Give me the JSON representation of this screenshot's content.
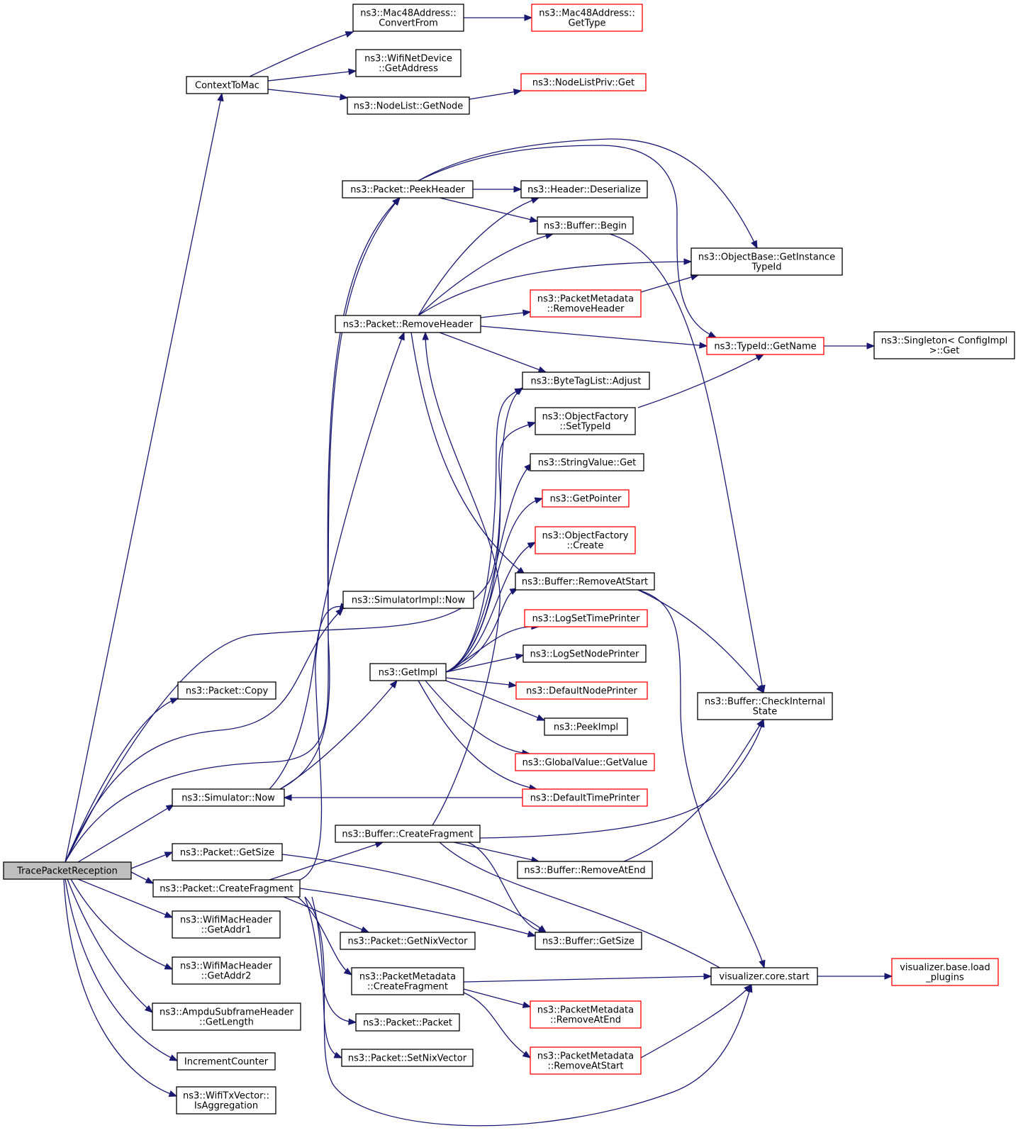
{
  "nodes": {
    "trace": {
      "lines": [
        "TracePacketReception"
      ],
      "style": "root"
    },
    "ctxmac": {
      "lines": [
        "ContextToMac"
      ],
      "style": "normal"
    },
    "convfrom": {
      "lines": [
        "ns3::Mac48Address::",
        "ConvertFrom"
      ],
      "style": "normal"
    },
    "gettype": {
      "lines": [
        "ns3::Mac48Address::",
        "GetType"
      ],
      "style": "red"
    },
    "wifiaddr": {
      "lines": [
        "ns3::WifiNetDevice",
        "::GetAddress"
      ],
      "style": "normal"
    },
    "nlgetnode": {
      "lines": [
        "ns3::NodeList::GetNode"
      ],
      "style": "normal"
    },
    "nlprivget": {
      "lines": [
        "ns3::NodeListPriv::Get"
      ],
      "style": "red"
    },
    "peekhdr": {
      "lines": [
        "ns3::Packet::PeekHeader"
      ],
      "style": "normal"
    },
    "hdrdeser": {
      "lines": [
        "ns3::Header::Deserialize"
      ],
      "style": "normal"
    },
    "bufbegin": {
      "lines": [
        "ns3::Buffer::Begin"
      ],
      "style": "normal"
    },
    "getinst": {
      "lines": [
        "ns3::ObjectBase::GetInstance",
        "TypeId"
      ],
      "style": "normal"
    },
    "pmremhdr": {
      "lines": [
        "ns3::PacketMetadata",
        "::RemoveHeader"
      ],
      "style": "red"
    },
    "remhdr": {
      "lines": [
        "ns3::Packet::RemoveHeader"
      ],
      "style": "normal"
    },
    "tidname": {
      "lines": [
        "ns3::TypeId::GetName"
      ],
      "style": "red"
    },
    "singleton": {
      "lines": [
        "ns3::Singleton< ConfigImpl",
        " >::Get"
      ],
      "style": "normal"
    },
    "btladjust": {
      "lines": [
        "ns3::ByteTagList::Adjust"
      ],
      "style": "normal"
    },
    "ofsettid": {
      "lines": [
        "ns3::ObjectFactory",
        "::SetTypeId"
      ],
      "style": "normal"
    },
    "strvalget": {
      "lines": [
        "ns3::StringValue::Get"
      ],
      "style": "normal"
    },
    "getptr": {
      "lines": [
        "ns3::GetPointer"
      ],
      "style": "red"
    },
    "ofcreate": {
      "lines": [
        "ns3::ObjectFactory",
        "::Create"
      ],
      "style": "red"
    },
    "bufremstart": {
      "lines": [
        "ns3::Buffer::RemoveAtStart"
      ],
      "style": "normal"
    },
    "simimplnow": {
      "lines": [
        "ns3::SimulatorImpl::Now"
      ],
      "style": "normal"
    },
    "logtime": {
      "lines": [
        "ns3::LogSetTimePrinter"
      ],
      "style": "red"
    },
    "lognode": {
      "lines": [
        "ns3::LogSetNodePrinter"
      ],
      "style": "normal"
    },
    "pktcopy": {
      "lines": [
        "ns3::Packet::Copy"
      ],
      "style": "normal"
    },
    "getimpl": {
      "lines": [
        "ns3::GetImpl"
      ],
      "style": "normal"
    },
    "defnode": {
      "lines": [
        "ns3::DefaultNodePrinter"
      ],
      "style": "red"
    },
    "bufcheck": {
      "lines": [
        "ns3::Buffer::CheckInternal",
        "State"
      ],
      "style": "normal"
    },
    "peekimpl": {
      "lines": [
        "ns3::PeekImpl"
      ],
      "style": "normal"
    },
    "gvgetval": {
      "lines": [
        "ns3::GlobalValue::GetValue"
      ],
      "style": "red"
    },
    "simnow": {
      "lines": [
        "ns3::Simulator::Now"
      ],
      "style": "normal"
    },
    "deftime": {
      "lines": [
        "ns3::DefaultTimePrinter"
      ],
      "style": "red"
    },
    "bufcreatefrag": {
      "lines": [
        "ns3::Buffer::CreateFragment"
      ],
      "style": "normal"
    },
    "pktgetsize": {
      "lines": [
        "ns3::Packet::GetSize"
      ],
      "style": "normal"
    },
    "bufremend": {
      "lines": [
        "ns3::Buffer::RemoveAtEnd"
      ],
      "style": "normal"
    },
    "pktcreatefrag": {
      "lines": [
        "ns3::Packet::CreateFragment"
      ],
      "style": "normal"
    },
    "getaddr1": {
      "lines": [
        "ns3::WifiMacHeader",
        "::GetAddr1"
      ],
      "style": "normal"
    },
    "getnix": {
      "lines": [
        "ns3::Packet::GetNixVector"
      ],
      "style": "normal"
    },
    "bufgetsize": {
      "lines": [
        "ns3::Buffer::GetSize"
      ],
      "style": "normal"
    },
    "pmcreatefrag": {
      "lines": [
        "ns3::PacketMetadata",
        "::CreateFragment"
      ],
      "style": "normal"
    },
    "vizstart": {
      "lines": [
        "visualizer.core.start"
      ],
      "style": "normal"
    },
    "vizload": {
      "lines": [
        "visualizer.base.load",
        "_plugins"
      ],
      "style": "red"
    },
    "getaddr2": {
      "lines": [
        "ns3::WifiMacHeader",
        "::GetAddr2"
      ],
      "style": "normal"
    },
    "ampdulen": {
      "lines": [
        "ns3::AmpduSubframeHeader",
        "::GetLength"
      ],
      "style": "normal"
    },
    "pmremend": {
      "lines": [
        "ns3::PacketMetadata",
        "::RemoveAtEnd"
      ],
      "style": "red"
    },
    "pktpacket": {
      "lines": [
        "ns3::Packet::Packet"
      ],
      "style": "normal"
    },
    "inccounter": {
      "lines": [
        "IncrementCounter"
      ],
      "style": "normal"
    },
    "setnix": {
      "lines": [
        "ns3::Packet::SetNixVector"
      ],
      "style": "normal"
    },
    "pmremstart": {
      "lines": [
        "ns3::PacketMetadata",
        "::RemoveAtStart"
      ],
      "style": "red"
    },
    "isagg": {
      "lines": [
        "ns3::WifiTxVector::",
        "IsAggregation"
      ],
      "style": "normal"
    }
  },
  "colors": {
    "edge": "#191970",
    "red_border": "#ff0000",
    "root_fill": "#bfbfbf"
  }
}
